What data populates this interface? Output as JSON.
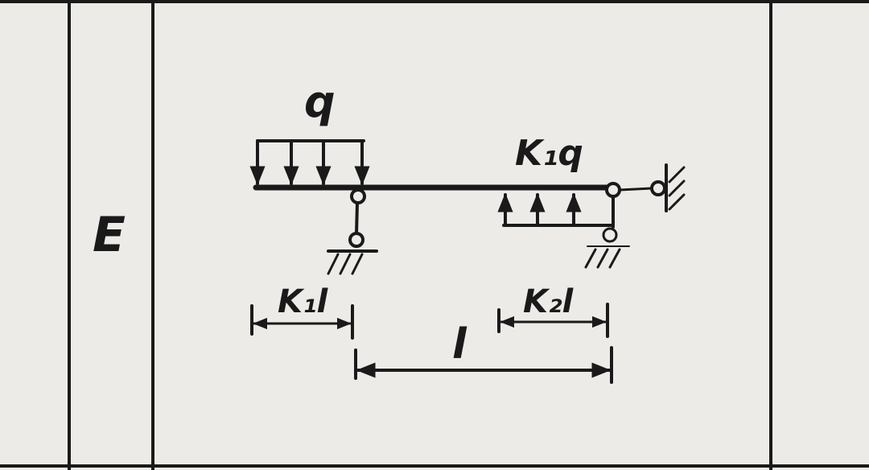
{
  "row_label": "E",
  "loads": {
    "left_distributed": "q",
    "right_distributed": "K₁q"
  },
  "dimensions": {
    "left_overhang": "K₁l",
    "right_segment": "K₂l",
    "span": "l"
  }
}
